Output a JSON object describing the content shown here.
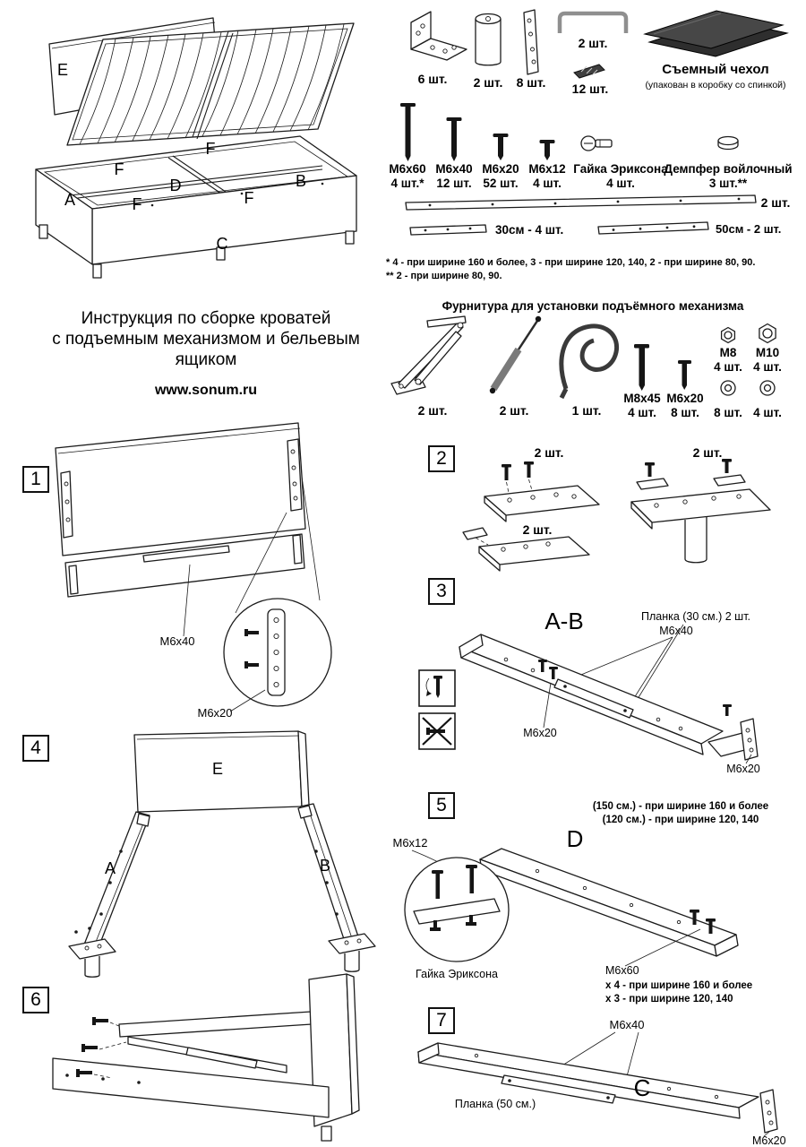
{
  "header": {
    "title_line1": "Инструкция по сборке кроватей",
    "title_line2": "с подъемным механизмом и бельевым ящиком",
    "website": "www.sonum.ru"
  },
  "overview": {
    "label_e": "E",
    "label_f1": "F",
    "label_f2": "F",
    "label_f3": "F",
    "label_f4": "F",
    "label_d": "D",
    "label_a": "A",
    "label_b": "B",
    "label_c": "C"
  },
  "hardware": {
    "bracket_qty": "6 шт.",
    "leg_qty": "2 шт.",
    "plate_qty": "8 шт.",
    "ubar_qty": "2 шт.",
    "clip_qty": "12 шт.",
    "cover_title": "Съемный чехол",
    "cover_note": "(упакован в коробку со спинкой)",
    "screw60_label": "М6х60",
    "screw60_qty": "4 шт.*",
    "screw40_label": "М6х40",
    "screw40_qty": "12 шт.",
    "screw20_label": "М6х20",
    "screw20_qty": "52 шт.",
    "screw12_label": "М6х12",
    "screw12_qty": "4 шт.",
    "nut_label": "Гайка Эриксона",
    "nut_qty": "4 шт.",
    "damper_label": "Демпфер войлочный",
    "damper_qty": "3 шт.**",
    "longbar_qty": "2 шт.",
    "bar30_label": "30см - 4 шт.",
    "bar50_label": "50см - 2 шт.",
    "footnote1": "* 4 - при ширине 160 и более, 3 - при ширине 120, 140, 2 - при ширине 80, 90.",
    "footnote2": "** 2 - при ширине 80, 90."
  },
  "lift": {
    "title": "Фурнитура для установки подъёмного механизма",
    "mech_qty": "2 шт.",
    "strut_qty": "2 шт.",
    "strap_qty": "1 шт.",
    "screw845_label": "М8х45",
    "screw845_qty": "4 шт.",
    "screw620_label": "М6х20",
    "screw620_qty": "8 шт.",
    "nut_m8_label": "М8",
    "nut_m8_qty": "4 шт.",
    "nut_m10_label": "М10",
    "nut_m10_qty": "4 шт.",
    "washer8_qty": "8 шт.",
    "washer4_qty": "4 шт."
  },
  "step1": {
    "num": "1",
    "m6x40": "М6х40",
    "m6x20": "М6х20"
  },
  "step2": {
    "num": "2",
    "qty1": "2 шт.",
    "qty2": "2 шт.",
    "qty3": "2 шт."
  },
  "step3": {
    "num": "3",
    "title": "A-B",
    "plank_label": "Планка (30 см.)  2 шт.",
    "m6x40": "М6х40",
    "m6x20_mid": "М6х20",
    "m6x20_end": "М6х20"
  },
  "step4": {
    "num": "4",
    "label_e": "E",
    "label_a": "A",
    "label_b": "B"
  },
  "step5": {
    "num": "5",
    "label_d": "D",
    "note1": "(150 см.) - при ширине 160 и более",
    "note2": "(120 см.) - при ширине 120, 140",
    "m6x12": "М6х12",
    "nut_label": "Гайка Эриксона",
    "m6x60": "М6х60",
    "m6x60_note1": "х 4 - при ширине 160 и более",
    "m6x60_note2": "х 3 - при ширине 120, 140"
  },
  "step6": {
    "num": "6"
  },
  "step7": {
    "num": "7",
    "m6x40": "М6х40",
    "plank_label": "Планка (50 см.)",
    "label_c": "C",
    "m6x20": "М6х20"
  }
}
